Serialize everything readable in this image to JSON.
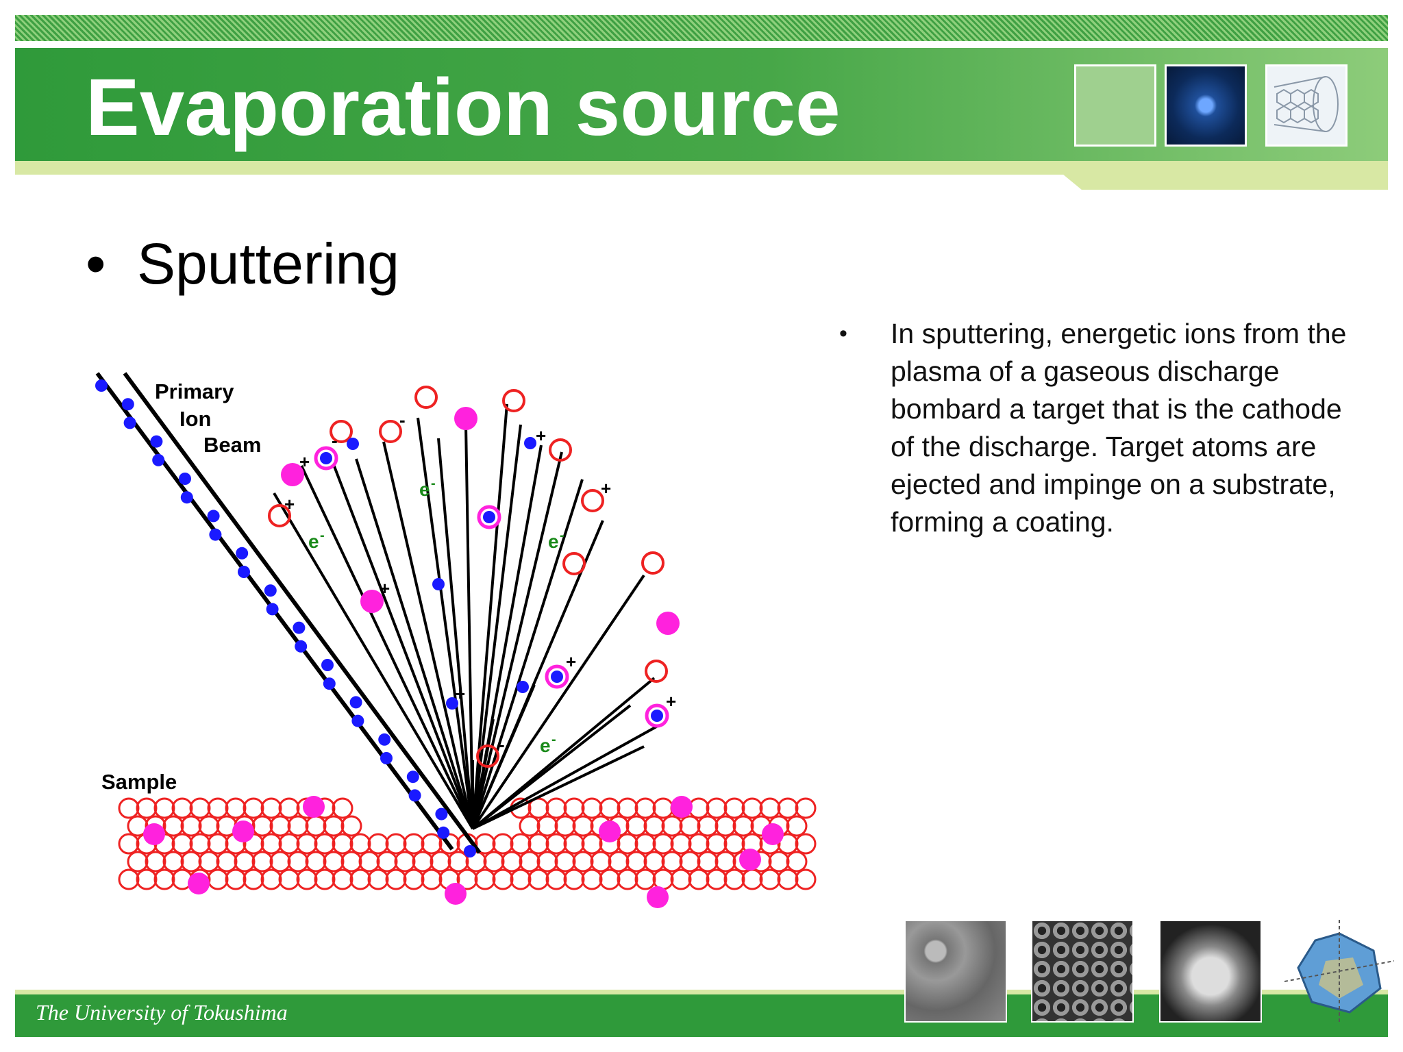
{
  "slide": {
    "title": "Evaporation source",
    "bullet": "Sputtering",
    "description": "In sputtering, energetic ions from the plasma of a gaseous discharge bombard a target that is the cathode of the discharge. Target atoms are ejected and impinge on a substrate, forming a coating.",
    "footer": "The University of Tokushima",
    "bullet_glyph": "•"
  },
  "diagram": {
    "label_primary_1": "Primary",
    "label_primary_2": "Ion",
    "label_primary_3": "Beam",
    "label_sample": "Sample",
    "sign_plus": "+",
    "sign_minus": "-",
    "electron": "e",
    "colors": {
      "ion": "#1a1aff",
      "atom_outline": "#ee2222",
      "impurity": "#ff22dd",
      "electron_label": "#1a8a1a",
      "line": "#000000"
    }
  },
  "colors": {
    "header_green": "#2f9a3a",
    "accent_light": "#d8e8a4"
  }
}
